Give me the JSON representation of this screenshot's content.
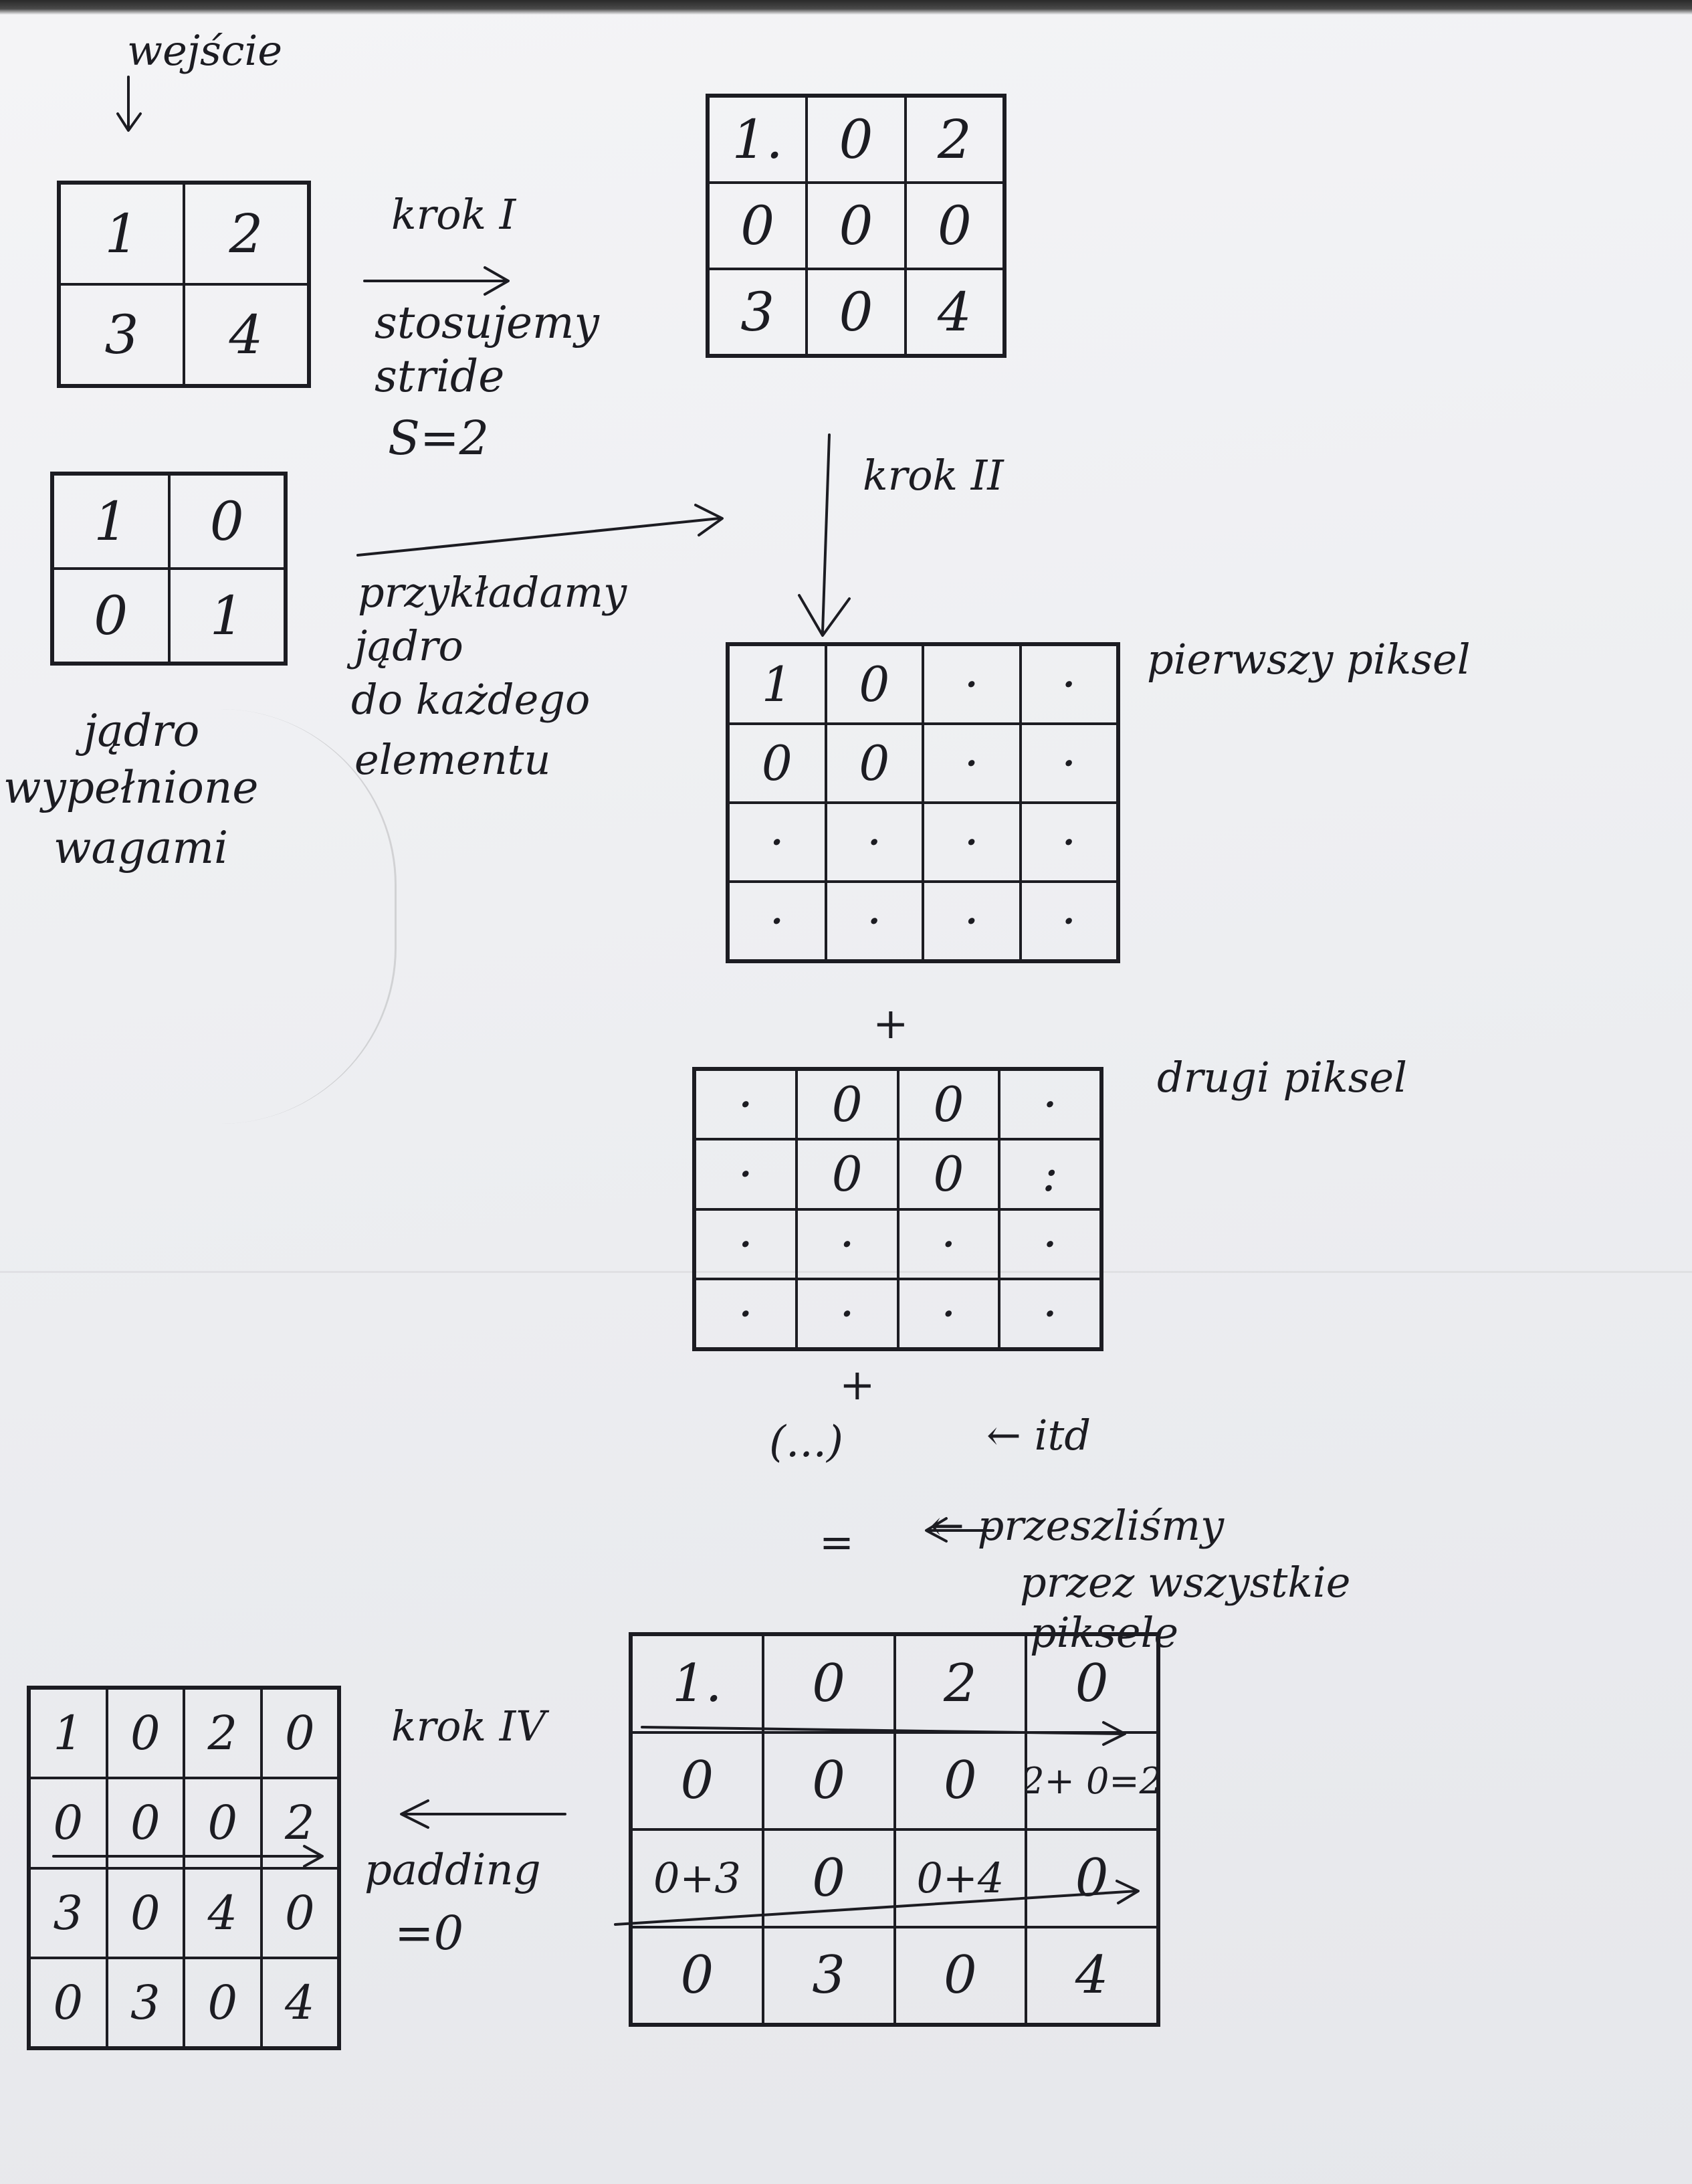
{
  "labels": {
    "wejscie": "wejście",
    "krok1": "krok I",
    "stosujemy": "stosujemy",
    "stride": "stride",
    "s_eq": "S=2",
    "krok2": "krok II",
    "przykladamy": "przykładamy",
    "jadro_do": "jądro",
    "do_kazdego": "do każdego",
    "elementu": "elementu",
    "jadro_kernel": "jądro",
    "wypelnione": "wypełnione",
    "wagami": "wagami",
    "pierwszy_piksel": "pierwszy piksel",
    "drugi_piksel": "drugi piksel",
    "plus1": "+",
    "plus2": "+",
    "ellipsis": "(...)",
    "itd": "← itd",
    "equals": "=",
    "przeszlismy": "← przeszliśmy",
    "przez_wszystkie": "przez wszystkie",
    "piksele": "piksele",
    "krok4": "krok IV",
    "padding": "padding",
    "eq_zero": "=0"
  },
  "input_matrix": [
    [
      "1",
      "2"
    ],
    [
      "3",
      "4"
    ]
  ],
  "kernel_matrix": [
    [
      "1",
      "0"
    ],
    [
      "0",
      "1"
    ]
  ],
  "strided_matrix": [
    [
      "1.",
      "0",
      "2"
    ],
    [
      "0",
      "0",
      "0"
    ],
    [
      "3",
      "0",
      "4"
    ]
  ],
  "first_pixel_matrix": [
    [
      "1",
      "0",
      "·",
      "·"
    ],
    [
      "0",
      "0",
      "·",
      "·"
    ],
    [
      "·",
      "·",
      "·",
      "·"
    ],
    [
      "·",
      "·",
      "·",
      "·"
    ]
  ],
  "second_pixel_matrix": [
    [
      "·",
      "0",
      "0",
      "·"
    ],
    [
      "·",
      "0",
      "0",
      ":"
    ],
    [
      "·",
      "·",
      "·",
      "·"
    ],
    [
      "·",
      "·",
      "·",
      "·"
    ]
  ],
  "sum_matrix": [
    [
      "1.",
      "0",
      "2",
      "0"
    ],
    [
      "0",
      "0",
      "0",
      "2+ 0=2"
    ],
    [
      "0+3",
      "0",
      "0+4",
      "0"
    ],
    [
      "0",
      "3",
      "0",
      "4"
    ]
  ],
  "final_matrix": [
    [
      "1",
      "0",
      "2",
      "0"
    ],
    [
      "0",
      "0",
      "0",
      "2"
    ],
    [
      "3",
      "0",
      "4",
      "0"
    ],
    [
      "0",
      "3",
      "0",
      "4"
    ]
  ],
  "colors": {
    "ink": "#1c1c22",
    "paper": "#f1f1f4"
  }
}
